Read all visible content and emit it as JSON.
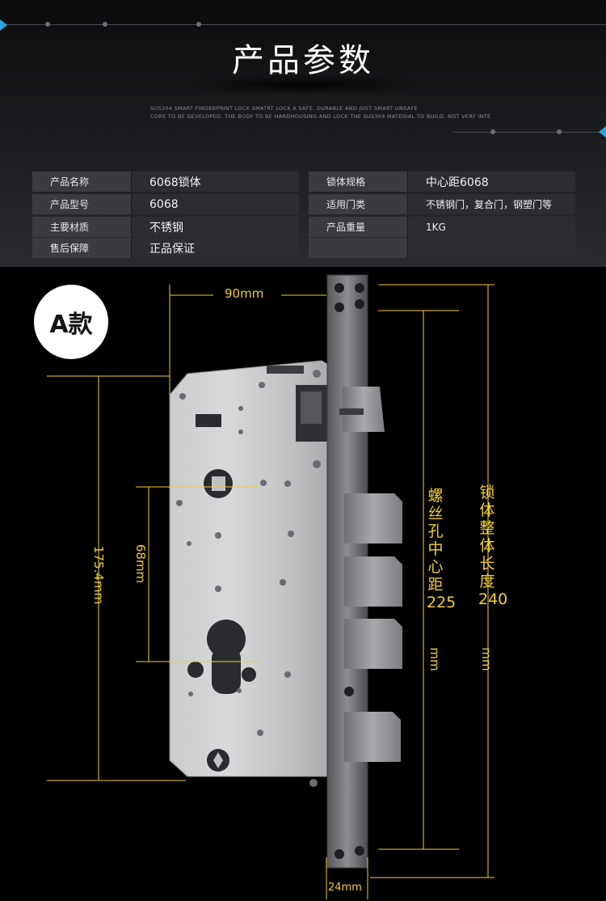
{
  "header": {
    "title": "产品参数",
    "subtitle_line1": "SUS304 SMART FINGERPRINT LOCK SMATRT LOCK A SAFE, DURABLE AND JUST SMART UNSAFE",
    "subtitle_line2": "CORE TO BE DEVELOPED, THE BODY TO BE HARDHOUSING AND LOCK THE SUS304 MATERIAL TO BUILD, NOT VERY INTE"
  },
  "spec_left": [
    {
      "label": "产品名称",
      "value": "6068锁体"
    },
    {
      "label": "产品型号",
      "value": "6068"
    },
    {
      "label": "主要材质",
      "value": "不锈钢"
    },
    {
      "label": "售后保障",
      "value": "正品保证"
    }
  ],
  "spec_right": [
    {
      "label": "锁体规格",
      "value": "中心距6068"
    },
    {
      "label": "适用门类",
      "value": "不锈钢门，复合门，钢塑门等"
    },
    {
      "label": "产品重量",
      "value": "1KG"
    },
    {
      "label": "",
      "value": ""
    }
  ],
  "diagram": {
    "badge": "A款",
    "dim_width": "90mm",
    "dim_height": "175.4mm",
    "dim_cylinder": "68mm",
    "dim_screw_vertical": "螺丝孔中心距225",
    "dim_screw_unit": "mm",
    "dim_total_vertical": "锁体整体长度240",
    "dim_total_unit": "mm",
    "dim_faceplate": "24mm"
  },
  "colors": {
    "dimension": "#f2cf2f",
    "accent_arrow": "#2aa7e0",
    "background": "#000000"
  }
}
